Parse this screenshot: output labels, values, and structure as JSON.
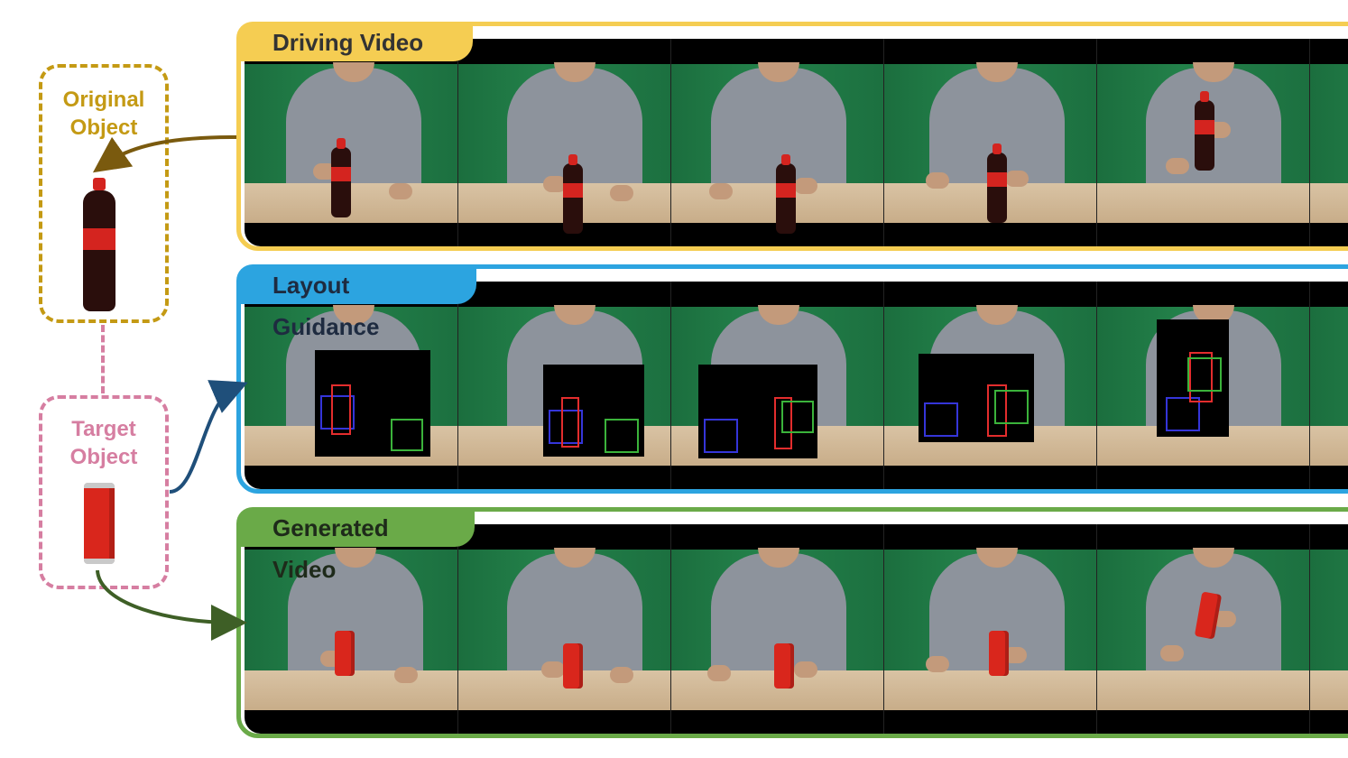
{
  "left": {
    "original_object": {
      "line1": "Original",
      "line2": "Object"
    },
    "target_object": {
      "line1": "Target",
      "line2": "Object"
    }
  },
  "panels": {
    "driving": {
      "label": "Driving Video"
    },
    "layout": {
      "label": "Layout Guidance"
    },
    "generated": {
      "label": "Generated Video"
    }
  },
  "colors": {
    "original": "#c49a14",
    "target": "#d67ea1",
    "driving": "#f5cd52",
    "layout": "#2ca4e0",
    "generated": "#6aaa48",
    "arrow_original": "#7a5a0e",
    "arrow_layout": "#1f4f7a",
    "arrow_generated": "#3e5f26"
  },
  "icons": [
    "original-bottle-icon",
    "target-can-icon",
    "arrow-icon"
  ]
}
